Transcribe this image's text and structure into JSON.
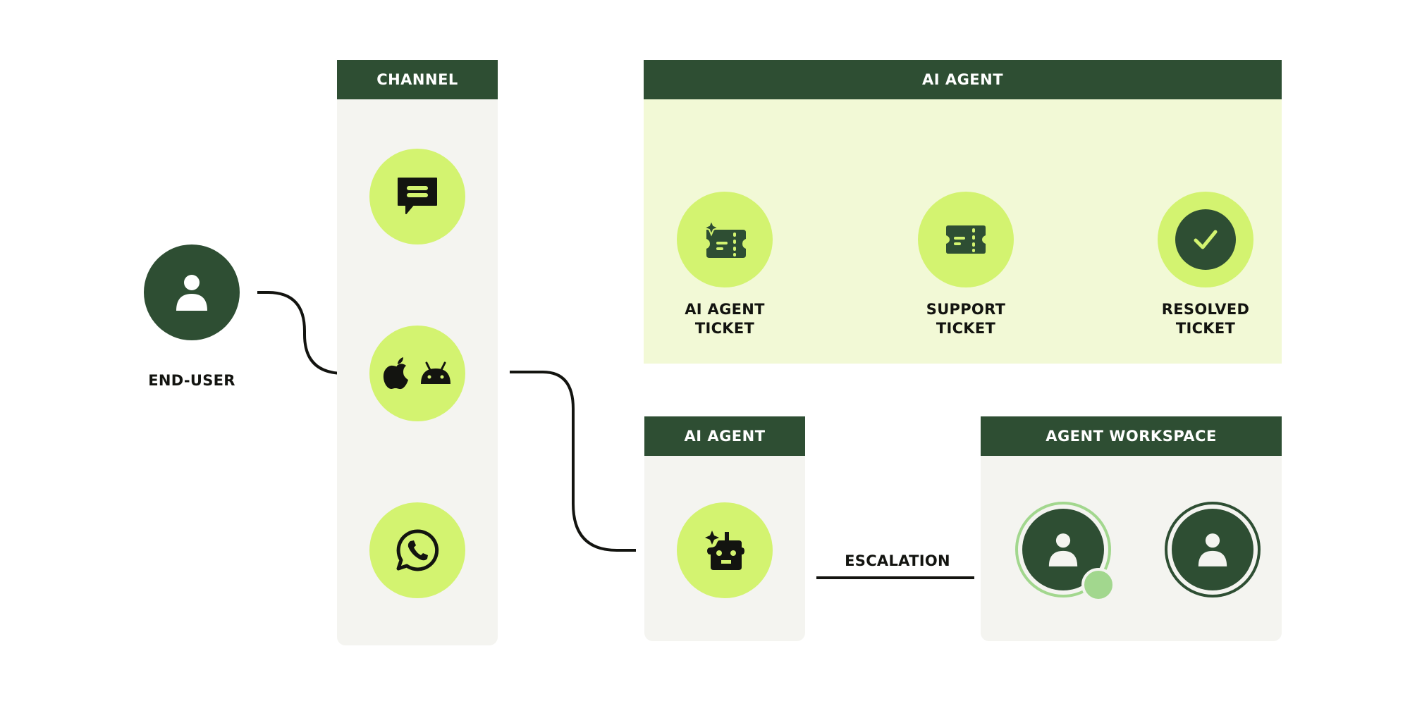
{
  "colors": {
    "dark_green": "#2e4e33",
    "lime": "#d3f370",
    "lime_bg": "#f2f9d6",
    "panel_bg": "#f4f4f0",
    "online_green": "#a2d78e",
    "ink": "#131410"
  },
  "end_user": {
    "label": "END-USER",
    "icon": "user-icon"
  },
  "channel": {
    "title": "CHANNEL",
    "items": [
      {
        "name": "chat",
        "icon": "chat-bubble-icon"
      },
      {
        "name": "mobile",
        "icons": [
          "apple-icon",
          "android-icon"
        ]
      },
      {
        "name": "whatsapp",
        "icon": "whatsapp-icon"
      }
    ]
  },
  "ai_agent_flow": {
    "title": "AI AGENT",
    "steps": [
      {
        "line1": "AI AGENT",
        "line2": "TICKET",
        "icon": "ai-ticket-icon"
      },
      {
        "line1": "SUPPORT",
        "line2": "TICKET",
        "icon": "ticket-icon"
      },
      {
        "line1": "RESOLVED",
        "line2": "TICKET",
        "icon": "check-icon"
      }
    ]
  },
  "ai_agent_box": {
    "title": "AI AGENT",
    "icon": "ai-robot-icon"
  },
  "escalation": {
    "label": "ESCALATION"
  },
  "agent_workspace": {
    "title": "AGENT WORKSPACE",
    "agents": [
      {
        "status": "online",
        "icon": "user-icon"
      },
      {
        "status": "default",
        "icon": "user-icon"
      }
    ]
  }
}
